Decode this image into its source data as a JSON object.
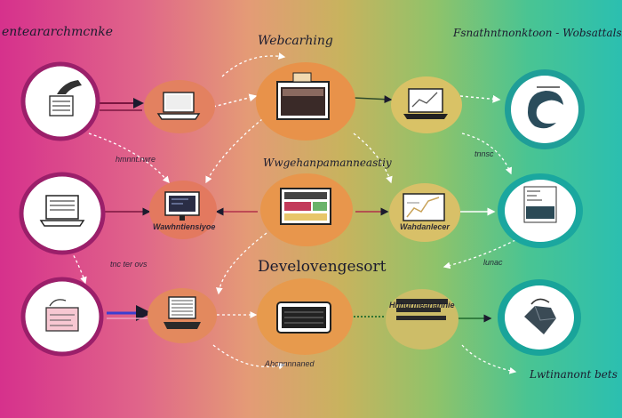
{
  "labels": {
    "top_left": "enteararchmcnke",
    "top_center": "Webcarhing",
    "top_right": "Fsnathntnonktoon - Wobsattalsstay",
    "row1_mid": "Wwgehanpamanneastiy",
    "row2_left_node": "Wawhntiensiyoe",
    "row2_right_node": "Wahdanlecer",
    "row3_big": "Develovengesort",
    "row3_right_note": "Hhhurmeanahnie",
    "bottom_right": "Lwtinanont bets",
    "bottom_center": "Ahcnnnnaned",
    "small_r1": "hmnnt.rwre",
    "small_r2": "tnc ter ovs",
    "small_r2b": "lunac",
    "small_r3": "tnnsc"
  },
  "colors": {
    "magenta": "#d6318c",
    "orange_node": "#e8924a",
    "tan_node": "#d9c266",
    "teal_ring": "#27b7a8",
    "dark": "#1b1b2e"
  },
  "icons": {
    "col1_row1": "document-hand-icon",
    "col1_row2": "laptop-icon",
    "col1_row3": "card-icon",
    "col2_row1": "laptop-icon",
    "col2_row2": "monitor-icon",
    "col2_row3": "keyboard-laptop-icon",
    "col3_row1": "browser-window-icon",
    "col3_row2": "dashboard-window-icon",
    "col3_row3": "tablet-icon",
    "col4_row1": "laptop-chart-icon",
    "col4_row2": "laptop-chart-icon",
    "col4_row3": "document-bars-icon",
    "col5_row1": "globe-logo-icon",
    "col5_row2": "code-screen-icon",
    "col5_row3": "gem-icon"
  }
}
